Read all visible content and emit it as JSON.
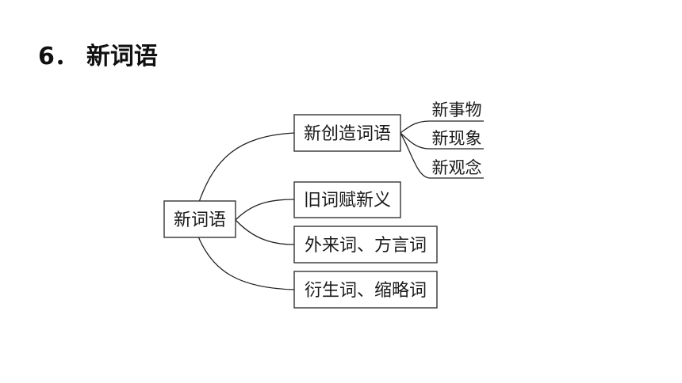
{
  "heading": {
    "number": "6．",
    "title": "新词语"
  },
  "diagram": {
    "root": "新词语",
    "branches": [
      {
        "label": "新创造词语",
        "children": [
          "新事物",
          "新现象",
          "新观念"
        ]
      },
      {
        "label": "旧词赋新义"
      },
      {
        "label": "外来词、方言词"
      },
      {
        "label": "衍生词、缩略词"
      }
    ]
  }
}
